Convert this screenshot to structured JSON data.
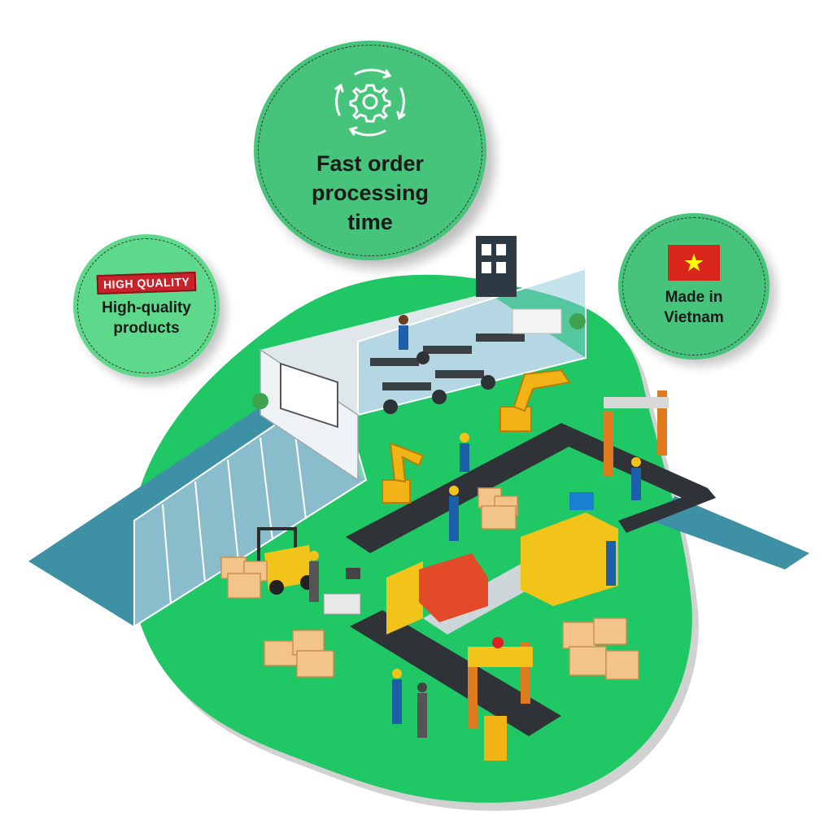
{
  "badges": {
    "fast_order": {
      "label": "Fast order processing time",
      "icon": "gear-cycle-icon"
    },
    "high_quality": {
      "stamp": "HIGH QUALITY",
      "label": "High-quality products"
    },
    "made_in": {
      "label": "Made in Vietnam",
      "icon": "vietnam-flag-icon"
    }
  },
  "colors": {
    "blob_green": "#1fc765",
    "badge_green": "#47c47b",
    "walkway_blue": "#3e90a4",
    "stamp_red": "#c8222a",
    "flag_red": "#da251d",
    "flag_star": "#ffff00"
  }
}
